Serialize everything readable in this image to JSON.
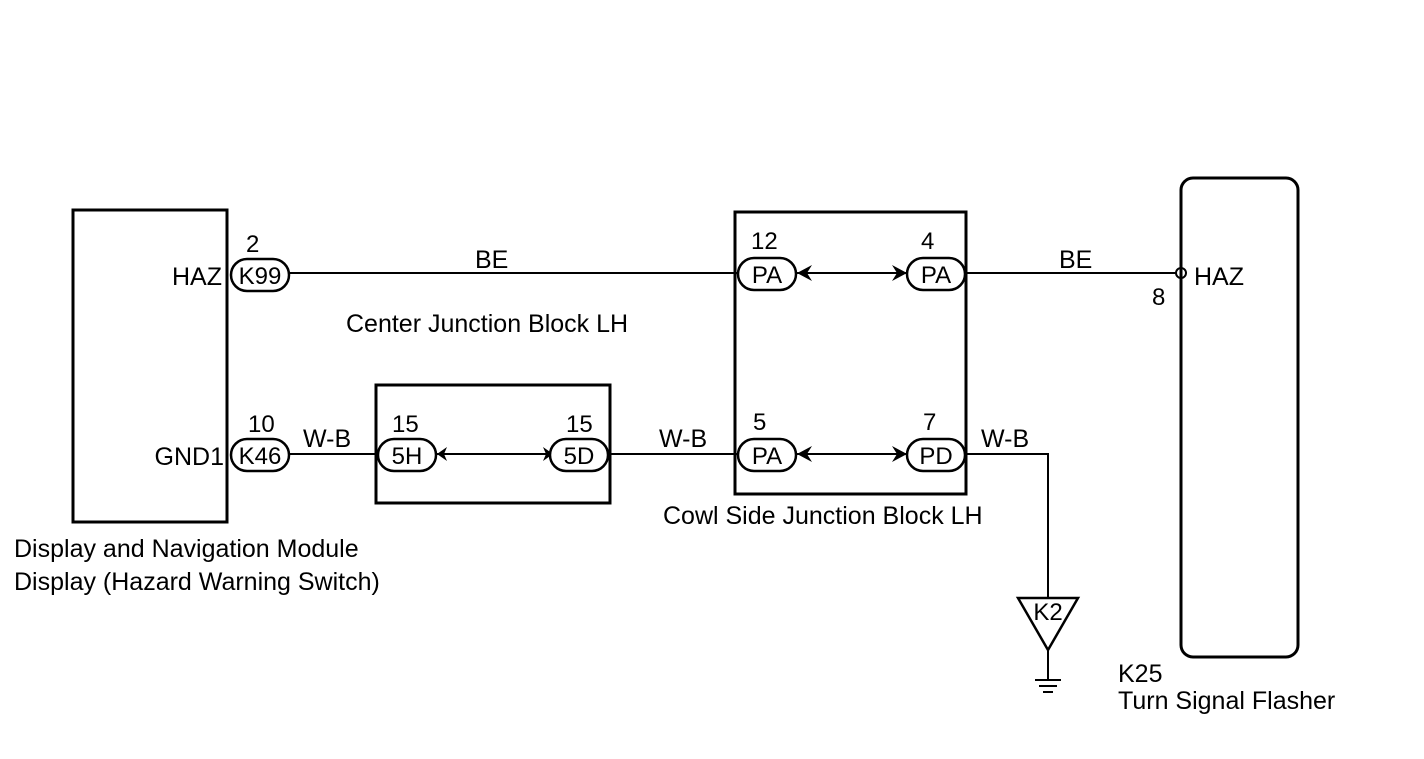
{
  "components": {
    "display_module": {
      "name_line1": "Display and Navigation Module",
      "name_line2": "Display (Hazard Warning Switch)"
    },
    "flasher": {
      "code": "K25",
      "name": "Turn Signal Flasher"
    },
    "center_jb": {
      "name": "Center Junction Block LH"
    },
    "cowl_jb": {
      "name": "Cowl Side Junction Block LH"
    }
  },
  "terminals": {
    "haz": "HAZ",
    "gnd1": "GND1",
    "flasher_haz": "HAZ",
    "flasher_pin": "8"
  },
  "connectors": {
    "k99": {
      "code": "K99",
      "pin": "2"
    },
    "k46": {
      "code": "K46",
      "pin": "10"
    },
    "jb_5h": {
      "code": "5H",
      "pin": "15"
    },
    "jb_5d": {
      "code": "5D",
      "pin": "15"
    },
    "pa_12": {
      "code": "PA",
      "pin": "12"
    },
    "pa_4": {
      "code": "PA",
      "pin": "4"
    },
    "pa_5": {
      "code": "PA",
      "pin": "5"
    },
    "pd_7": {
      "code": "PD",
      "pin": "7"
    },
    "ground": {
      "code": "K2"
    }
  },
  "wires": {
    "haz_left": "BE",
    "haz_right": "BE",
    "gnd_a": "W-B",
    "gnd_b": "W-B",
    "gnd_c": "W-B"
  }
}
